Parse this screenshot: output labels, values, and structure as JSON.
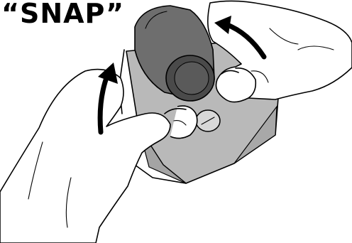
{
  "illustration": {
    "caption": "“SNAP”",
    "colors": {
      "line": "#000000",
      "background": "#ffffff",
      "card_gray": "#b9b9b9",
      "card_shade": "#a4a4a4",
      "tube_dark": "#6e6e6e",
      "tube_end": "#4a4a4a",
      "tube_inner": "#5a5a5a",
      "coin": "#d8d8d8",
      "skin": "#ffffff"
    },
    "icons": [
      "curved-arrow-left",
      "curved-arrow-right",
      "coin",
      "tube"
    ]
  }
}
